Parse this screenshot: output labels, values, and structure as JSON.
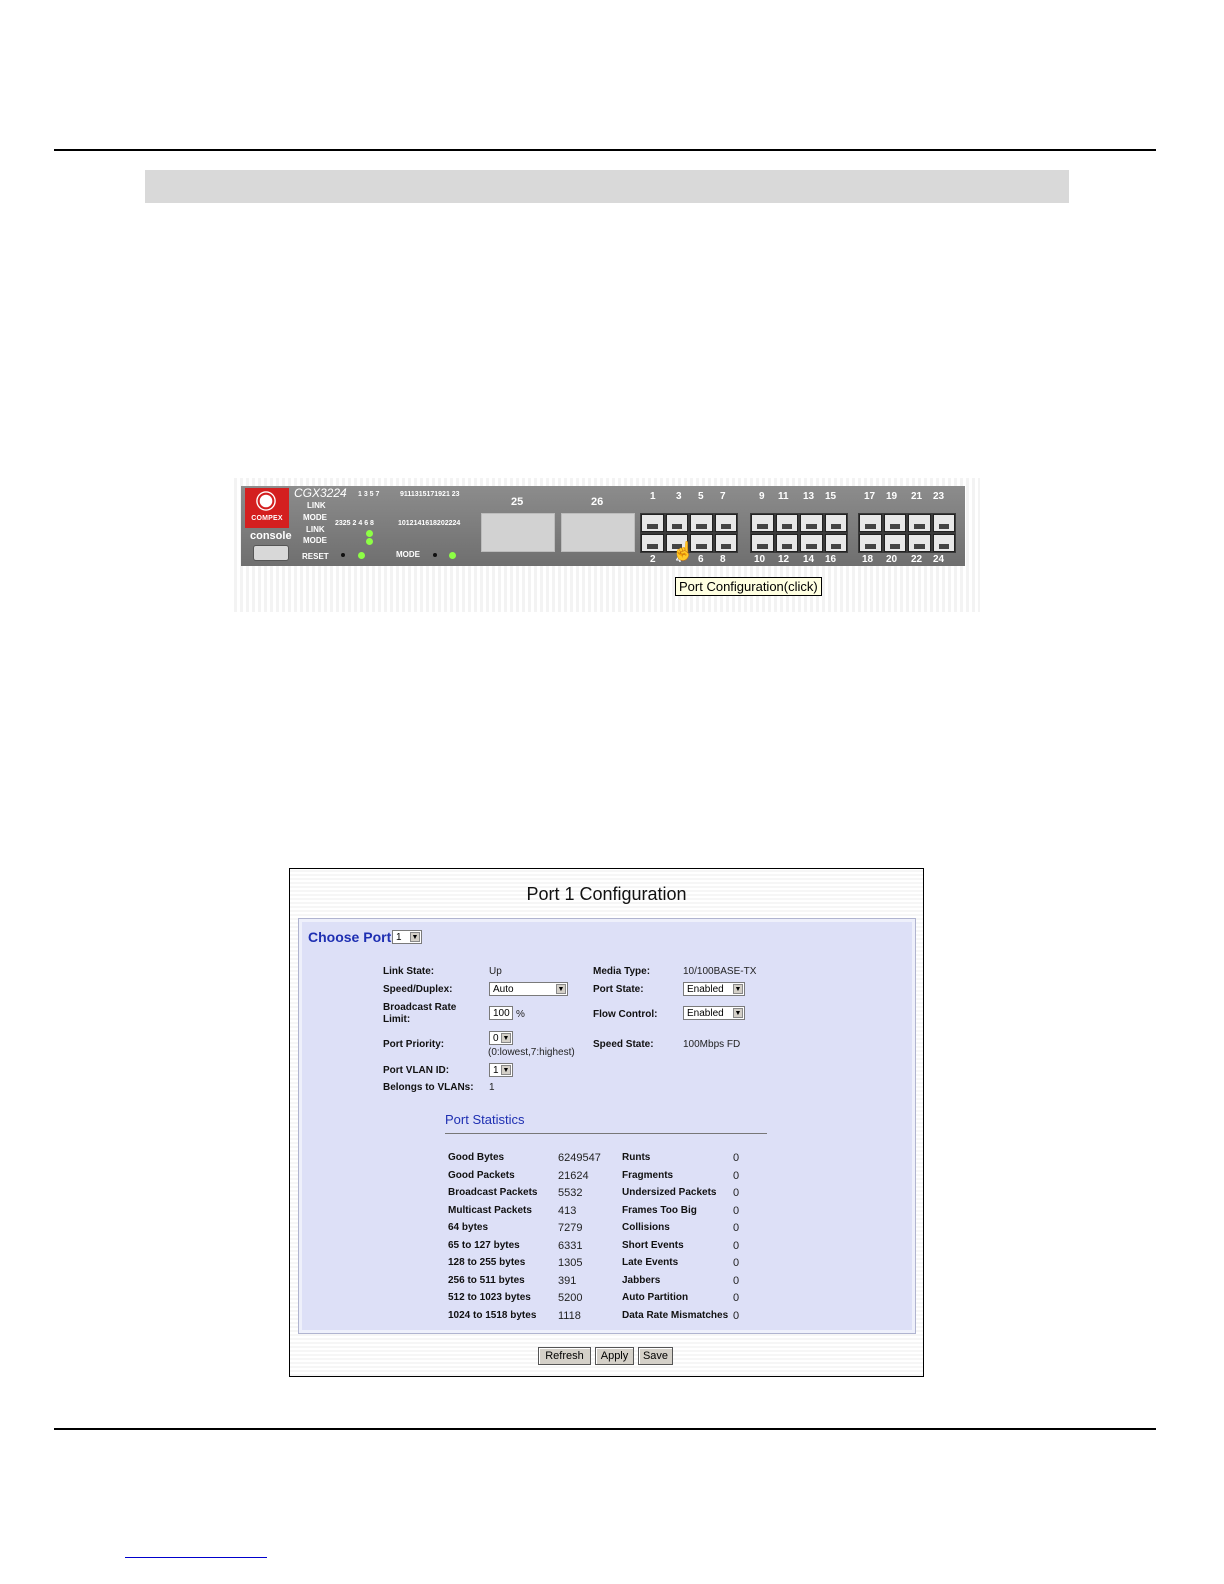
{
  "switch": {
    "brand": "COMPEX",
    "model": "CGX3224",
    "console_label": "console",
    "reset_label": "RESET",
    "mode_label": "MODE",
    "led_labels": [
      "LINK",
      "MODE",
      "LINK",
      "MODE"
    ],
    "led_top_numbers": "1 3  5 7",
    "led_top_numbers2": "9111315171921 23",
    "led_bottom_numbers": "2325  2 4  6 8",
    "led_bottom_numbers2": "1012141618202224",
    "fiber_ports": [
      "25",
      "26"
    ],
    "top_port_numbers": [
      "1",
      "3",
      "5",
      "7",
      "9",
      "11",
      "13",
      "15",
      "17",
      "19",
      "21",
      "23"
    ],
    "bottom_port_numbers": [
      "2",
      "4",
      "6",
      "8",
      "10",
      "12",
      "14",
      "16",
      "18",
      "20",
      "22",
      "24"
    ],
    "tooltip": "Port Configuration(click)"
  },
  "config": {
    "title": "Port 1 Configuration",
    "choose_port_label": "Choose Port:",
    "choose_port_value": "1",
    "fields": {
      "link_state_label": "Link State:",
      "link_state_value": "Up",
      "speed_duplex_label": "Speed/Duplex:",
      "speed_duplex_value": "Auto",
      "broadcast_rate_label1": "Broadcast Rate",
      "broadcast_rate_label2": "Limit:",
      "broadcast_rate_value": "100",
      "broadcast_rate_unit": "%",
      "port_priority_label": "Port Priority:",
      "port_priority_value": "0",
      "port_priority_hint": "(0:lowest,7:highest)",
      "port_vlan_label": "Port VLAN ID:",
      "port_vlan_value": "1",
      "belongs_label": "Belongs to VLANs:",
      "belongs_value": "1",
      "media_type_label": "Media Type:",
      "media_type_value": "10/100BASE-TX",
      "port_state_label": "Port State:",
      "port_state_value": "Enabled",
      "flow_control_label": "Flow Control:",
      "flow_control_value": "Enabled",
      "speed_state_label": "Speed State:",
      "speed_state_value": "100Mbps FD"
    },
    "stats_title": "Port Statistics",
    "stats_left": [
      {
        "label": "Good Bytes",
        "value": "6249547"
      },
      {
        "label": "Good Packets",
        "value": "21624"
      },
      {
        "label": "Broadcast Packets",
        "value": "5532"
      },
      {
        "label": "Multicast Packets",
        "value": "413"
      },
      {
        "label": "64 bytes",
        "value": "7279"
      },
      {
        "label": "65 to 127 bytes",
        "value": "6331"
      },
      {
        "label": "128 to 255 bytes",
        "value": "1305"
      },
      {
        "label": "256 to 511 bytes",
        "value": "391"
      },
      {
        "label": "512 to 1023 bytes",
        "value": "5200"
      },
      {
        "label": "1024 to 1518 bytes",
        "value": "1118"
      }
    ],
    "stats_right": [
      {
        "label": "Runts",
        "value": "0"
      },
      {
        "label": "Fragments",
        "value": "0"
      },
      {
        "label": "Undersized Packets",
        "value": "0"
      },
      {
        "label": "Frames Too Big",
        "value": "0"
      },
      {
        "label": "Collisions",
        "value": "0"
      },
      {
        "label": "Short Events",
        "value": "0"
      },
      {
        "label": "Late Events",
        "value": "0"
      },
      {
        "label": "Jabbers",
        "value": "0"
      },
      {
        "label": "Auto Partition",
        "value": "0"
      },
      {
        "label": "Data Rate Mismatches",
        "value": "0"
      }
    ],
    "buttons": {
      "refresh": "Refresh",
      "apply": "Apply",
      "save": "Save"
    }
  },
  "colors": {
    "accent": "#1e2fb2",
    "panel": "#dde0f7",
    "brand_red": "#d41f1f"
  }
}
